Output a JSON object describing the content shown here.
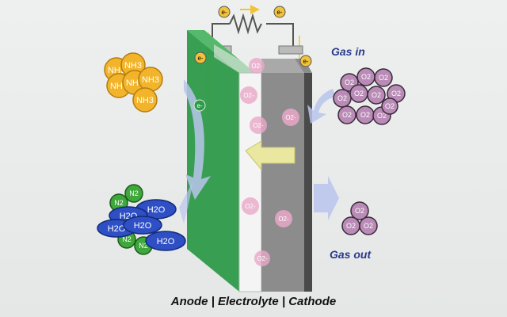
{
  "labels": {
    "gas_in": "Gas in",
    "gas_out": "Gas out",
    "caption": "Anode | Electrolyte | Cathode"
  },
  "species": {
    "ammonia": "NH3",
    "oxygen": "O2",
    "oxide_ion": "O2-",
    "nitrogen": "N2",
    "water": "H2O",
    "electron": "e-"
  },
  "colors": {
    "anode": "#2e9a4a",
    "electrolyte": "#f2f2f2",
    "cathode": "#8c8c8c",
    "ammonia": "#f2b42a",
    "oxygen": "#b98bb6",
    "oxide_ion": "#e9a7c8",
    "nitrogen": "#3fa83a",
    "water": "#2f4fc4",
    "electron": "#f2c23a",
    "ion_arrow": "#e9e7a0",
    "flow_arrow": "#b9c4ec"
  }
}
